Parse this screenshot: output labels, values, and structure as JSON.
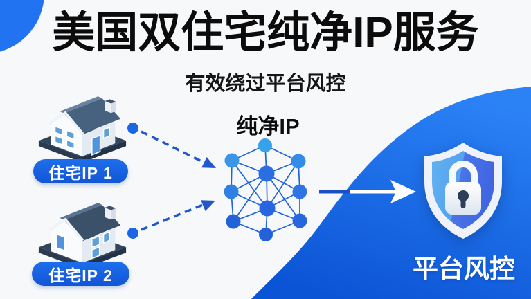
{
  "header": {
    "title": "美国双住宅纯净IP服务",
    "subtitle": "有效绕过平台风控"
  },
  "sources": [
    {
      "label": "住宅IP 1"
    },
    {
      "label": "住宅IP 2"
    }
  ],
  "network": {
    "label": "纯净IP"
  },
  "target": {
    "label": "平台风控"
  },
  "colors": {
    "accent_blue": "#1a66e6",
    "deep_blue": "#0d55d8",
    "badge_blue": "#1661e4",
    "title_black": "#0c0c0c",
    "white": "#ffffff"
  }
}
